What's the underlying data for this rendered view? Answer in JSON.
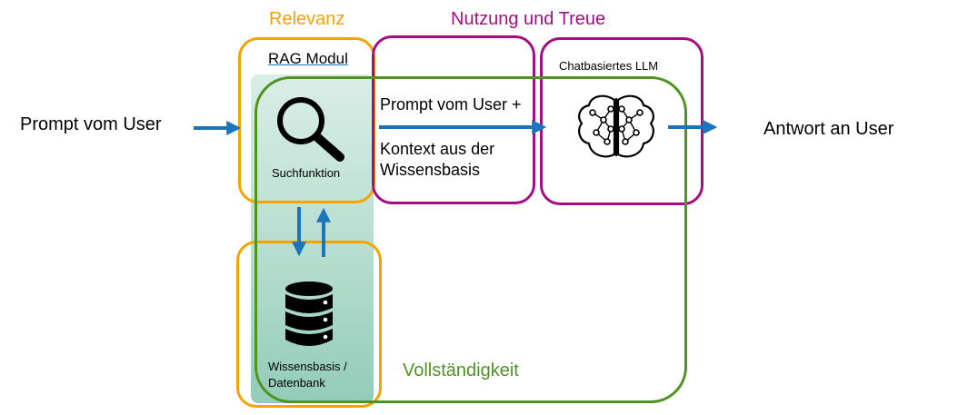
{
  "labels": {
    "relevance": "Relevanz",
    "usage": "Nutzung und Treue",
    "completeness": "Vollständigkeit",
    "rag_module": "RAG Modul",
    "llm": "Chatbasiertes LLM",
    "search": "Suchfunktion",
    "kb_line1": "Wissensbasis /",
    "kb_line2": "Datenbank",
    "prompt_in": "Prompt vom User",
    "context_line1": "Prompt vom User +",
    "context_line2": "Kontext aus der",
    "context_line3": "Wissensbasis",
    "answer": "Antwort an User"
  },
  "colors": {
    "relevance": "#f5a300",
    "usage": "#a50e82",
    "completeness": "#4f9321",
    "arrow": "#1a75bc",
    "rag_bg": "#b6ddcf"
  },
  "icons": {
    "search": "magnifier-icon",
    "database": "database-icon",
    "llm": "brain-network-icon"
  }
}
